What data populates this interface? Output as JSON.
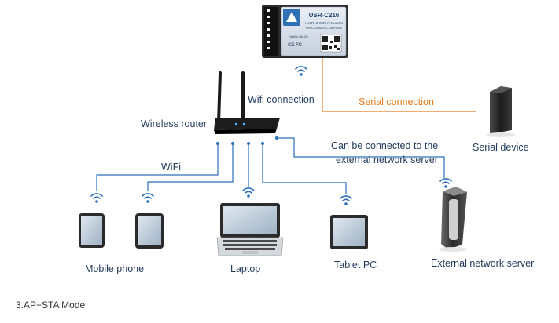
{
  "module": {
    "title": "USR-C216",
    "sub1": "UART & WiFi Converter",
    "sub2": "MAC D8B04CD4FB8B",
    "site": "www.usr.cn"
  },
  "labels": {
    "wifi_connection": "Wifi connection",
    "wireless_router": "Wireless router",
    "serial_connection": "Serial connection",
    "serial_device": "Serial device",
    "wifi": "WiFi",
    "external_line1": "Can be connected to the",
    "external_line2": "external network server",
    "mobile_phone": "Mobile phone",
    "laptop": "Laptop",
    "tablet_pc": "Tablet PC",
    "external_server": "External network server"
  },
  "caption": "3.AP+STA Mode",
  "colors": {
    "line_blue": "#2a6fb8",
    "line_orange": "#e07b21",
    "label_text": "#1f3a5c"
  }
}
